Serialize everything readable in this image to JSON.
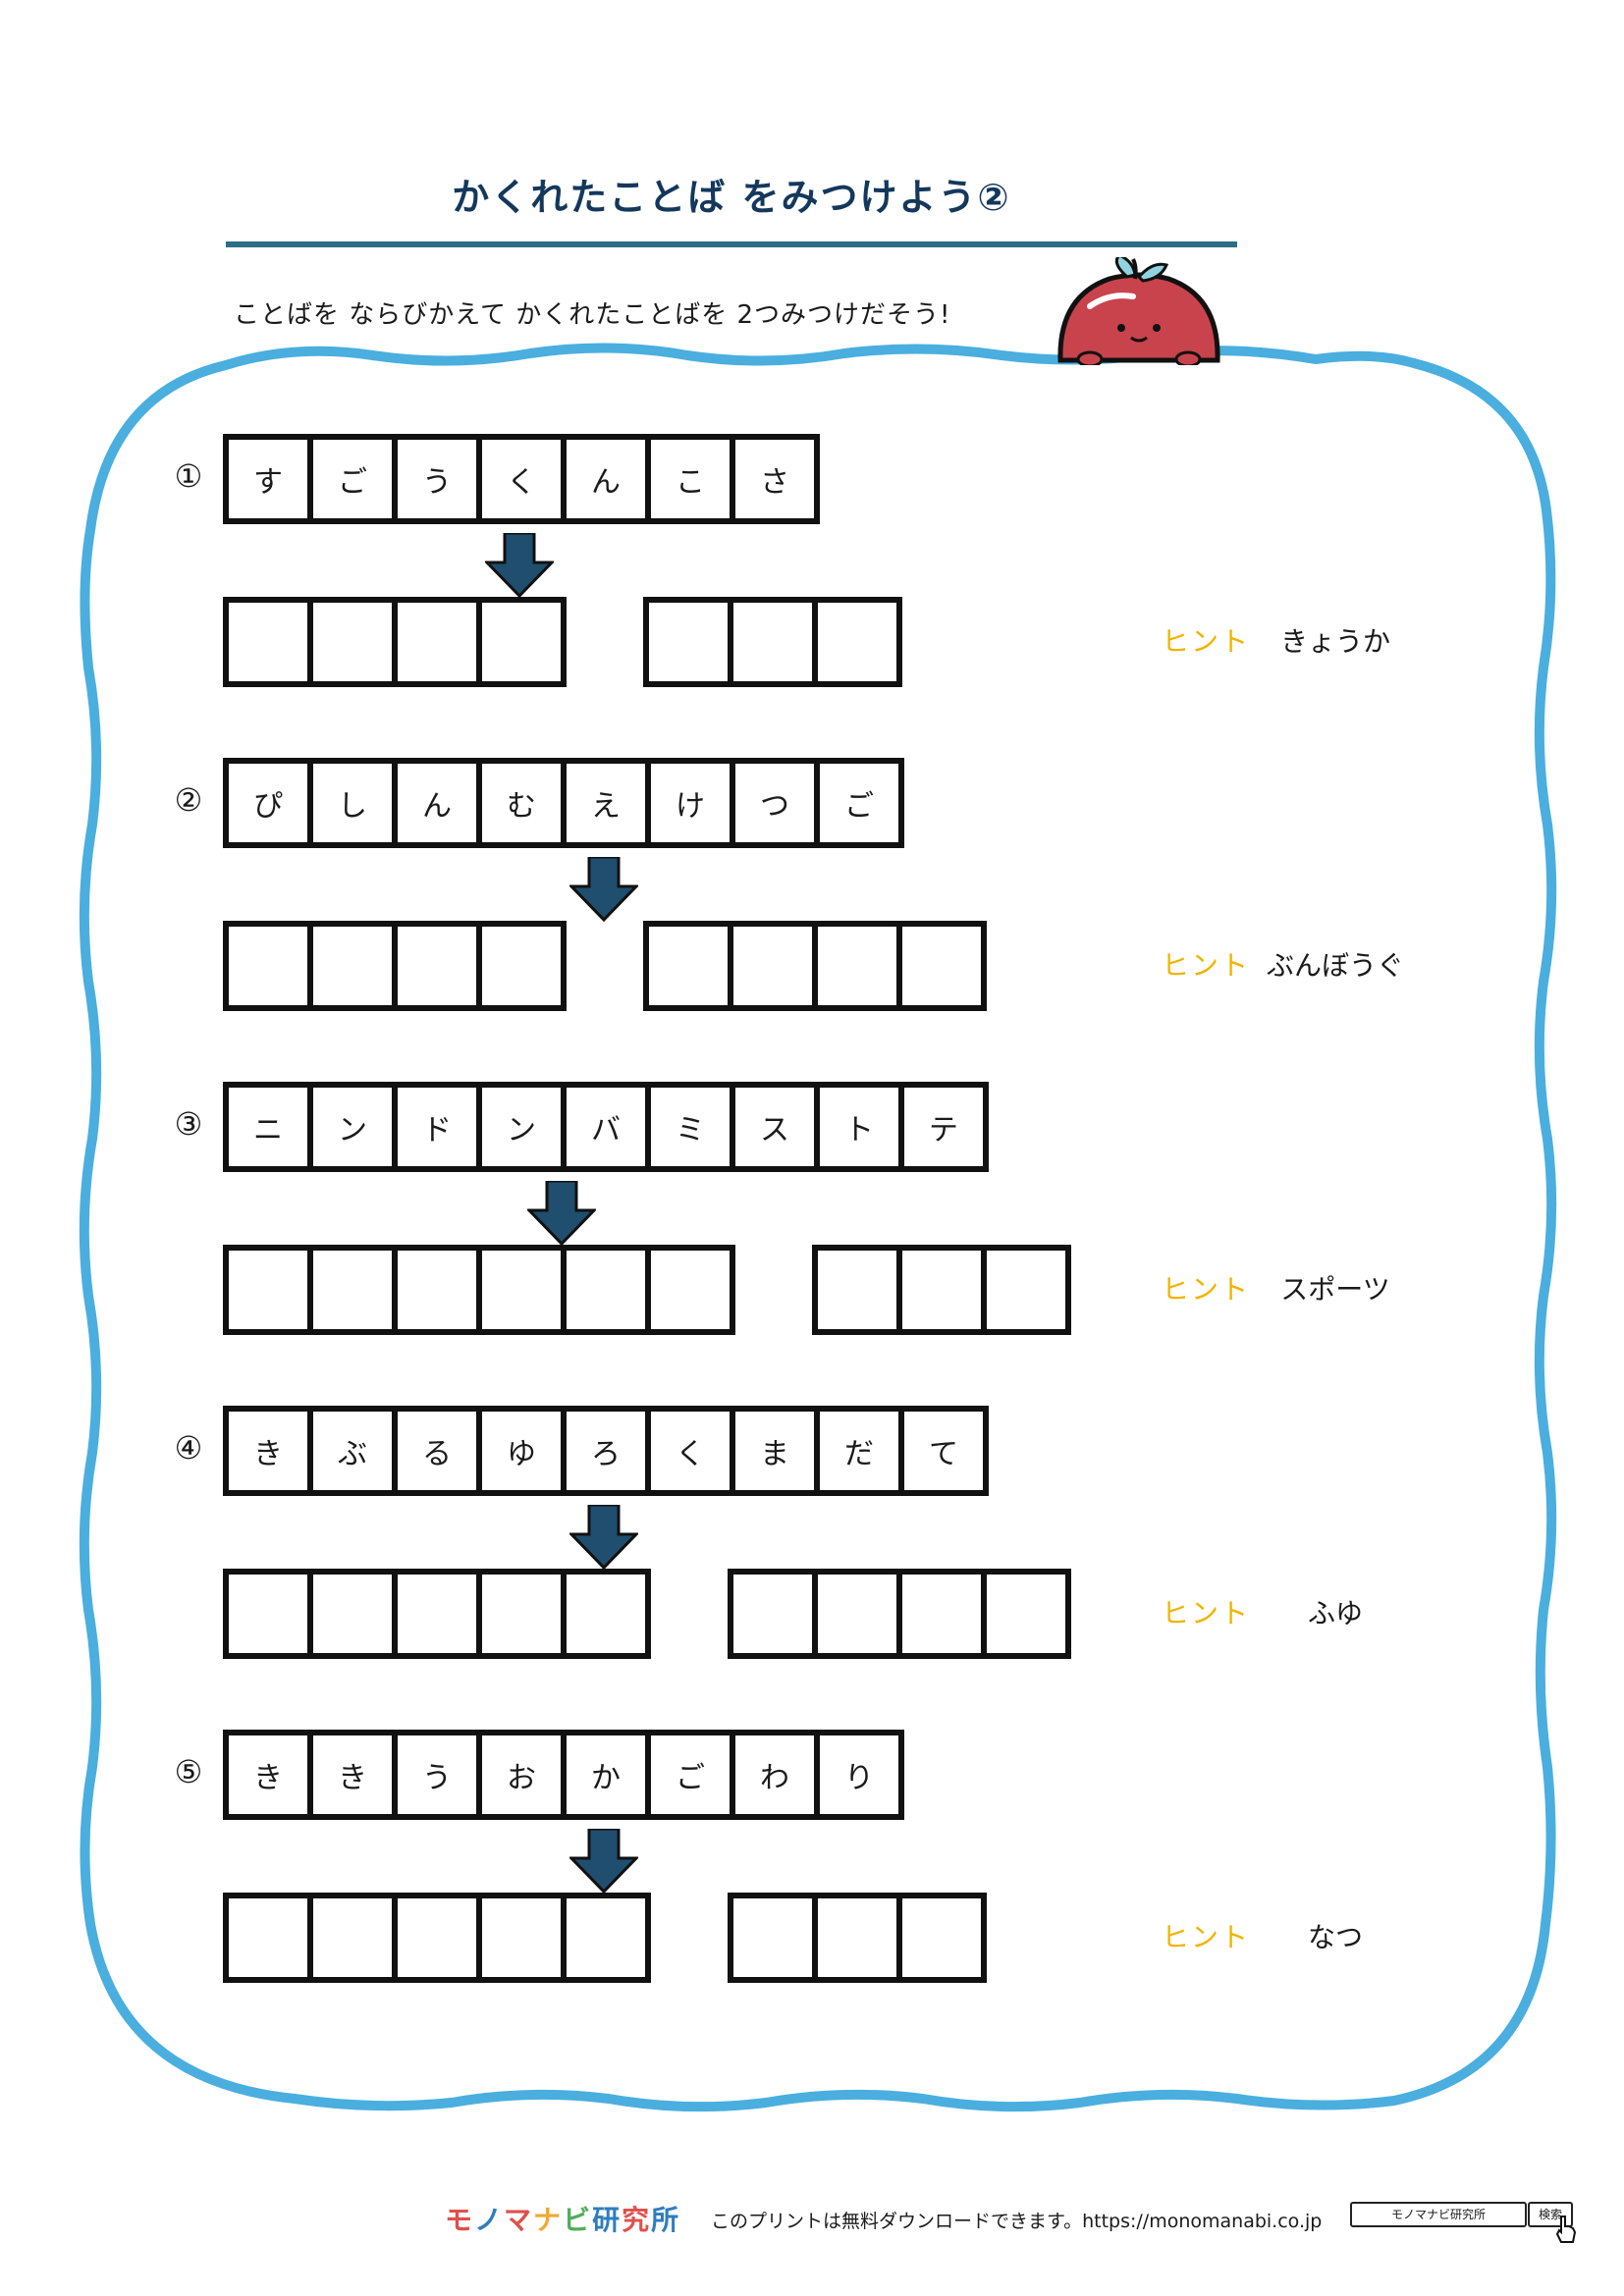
{
  "title": "かくれたことば をみつけよう②",
  "instruction": "ことばを ならびかえて かくれたことばを 2つみつけだそう!",
  "hint_label": "ヒント",
  "puzzles": [
    {
      "number": "①",
      "letters": [
        "す",
        "ご",
        "う",
        "く",
        "ん",
        "こ",
        "さ"
      ],
      "answer_lengths": [
        4,
        3
      ],
      "hint": "きょうか"
    },
    {
      "number": "②",
      "letters": [
        "ぴ",
        "し",
        "ん",
        "む",
        "え",
        "け",
        "つ",
        "ご"
      ],
      "answer_lengths": [
        4,
        4
      ],
      "hint": "ぶんぼうぐ"
    },
    {
      "number": "③",
      "letters": [
        "ニ",
        "ン",
        "ド",
        "ン",
        "バ",
        "ミ",
        "ス",
        "ト",
        "テ"
      ],
      "answer_lengths": [
        6,
        3
      ],
      "hint": "スポーツ"
    },
    {
      "number": "④",
      "letters": [
        "き",
        "ぶ",
        "る",
        "ゆ",
        "ろ",
        "く",
        "ま",
        "だ",
        "て"
      ],
      "answer_lengths": [
        5,
        4
      ],
      "hint": "ふゆ"
    },
    {
      "number": "⑤",
      "letters": [
        "き",
        "き",
        "う",
        "お",
        "か",
        "ご",
        "わ",
        "り"
      ],
      "answer_lengths": [
        5,
        3
      ],
      "hint": "なつ"
    }
  ],
  "footer": {
    "logo_chars": [
      "モ",
      "ノ",
      "マ",
      "ナ",
      "ビ",
      "研",
      "究",
      "所"
    ],
    "logo_colors": [
      "#e0504a",
      "#2e7dbf",
      "#e0504a",
      "#f0a830",
      "#4fae5a",
      "#2e7dbf",
      "#e0504a",
      "#2e7dbf"
    ],
    "text": "このプリントは無料ダウンロードできます。https://monomanabi.co.jp",
    "search_box_text": "モノマナビ研究所",
    "search_button": "検索"
  },
  "colors": {
    "frame": "#4aaedf",
    "title": "#14385c",
    "arrow": "#1f4e6e",
    "hint": "#f0b400"
  }
}
